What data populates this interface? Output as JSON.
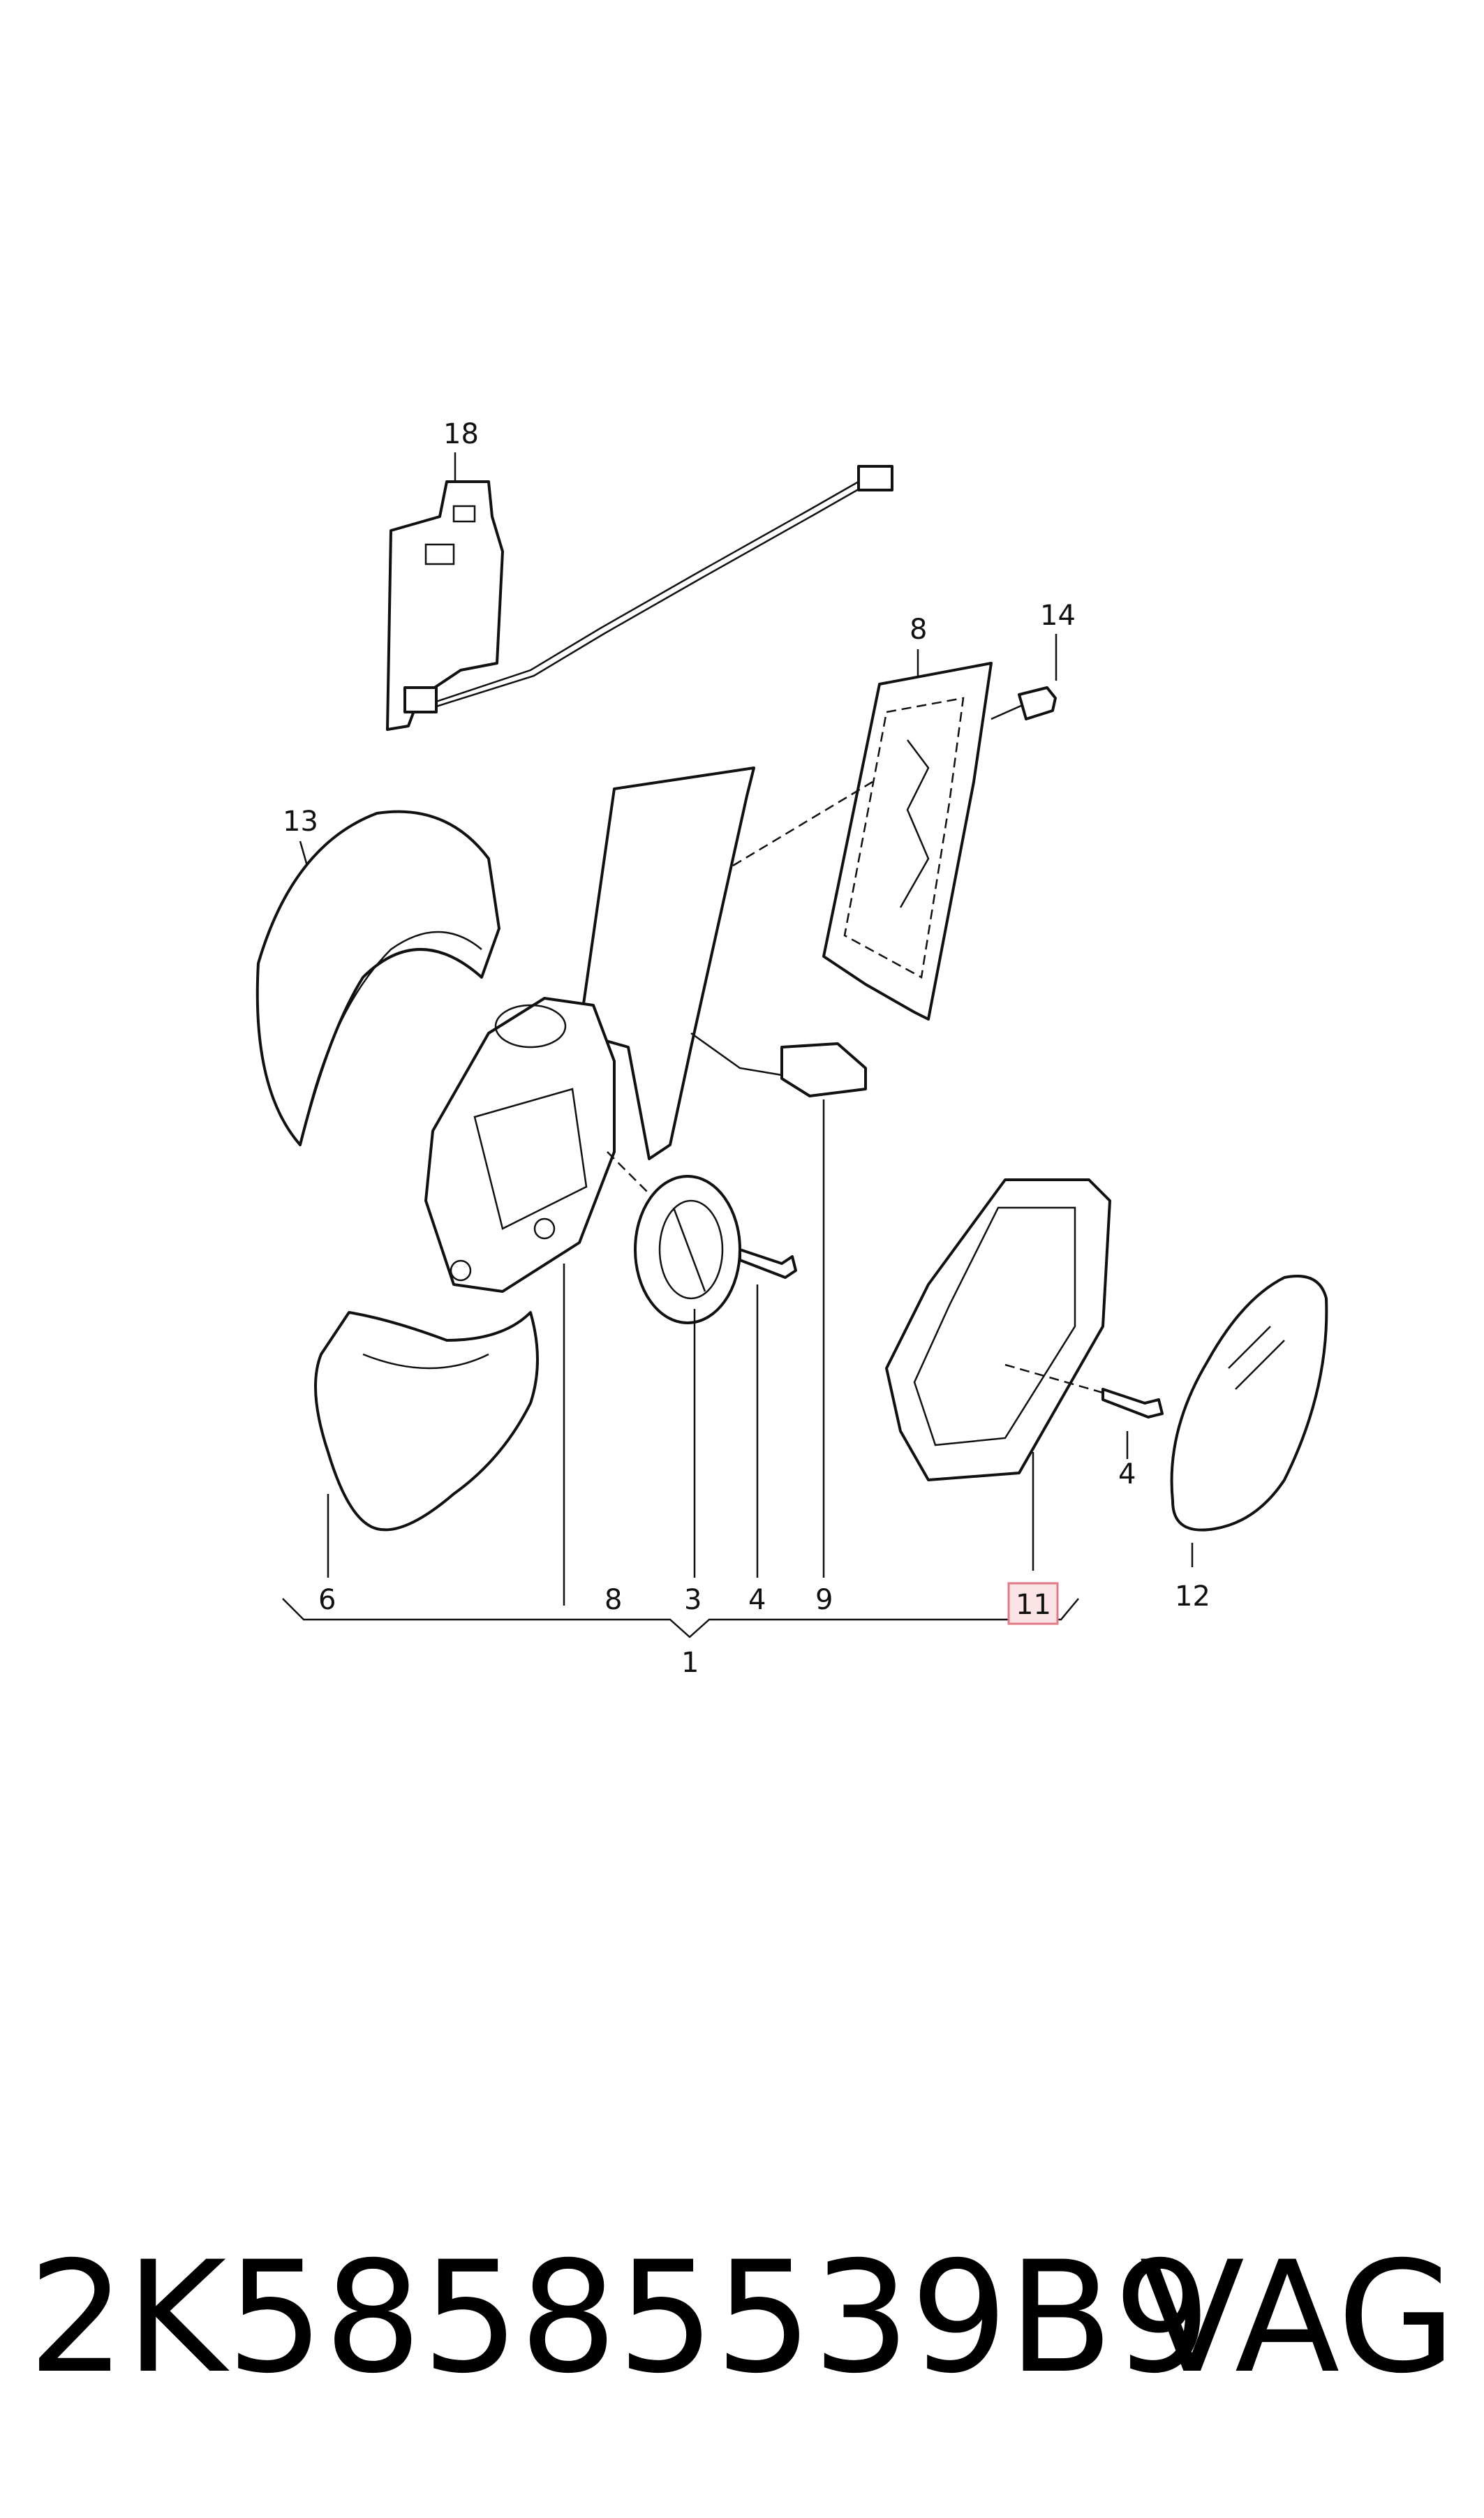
{
  "diagram": {
    "callouts": {
      "c18": "18",
      "c8_top": "8",
      "c14": "14",
      "c13": "13",
      "c6": "6",
      "c8_bottom": "8",
      "c3": "3",
      "c4_mid": "4",
      "c9": "9",
      "c11": "11",
      "c4_right": "4",
      "c12": "12",
      "c1": "1"
    },
    "highlight_color": "#e07a86"
  },
  "footer": {
    "part_number": "2K58585539B9",
    "brand": "VAG"
  }
}
